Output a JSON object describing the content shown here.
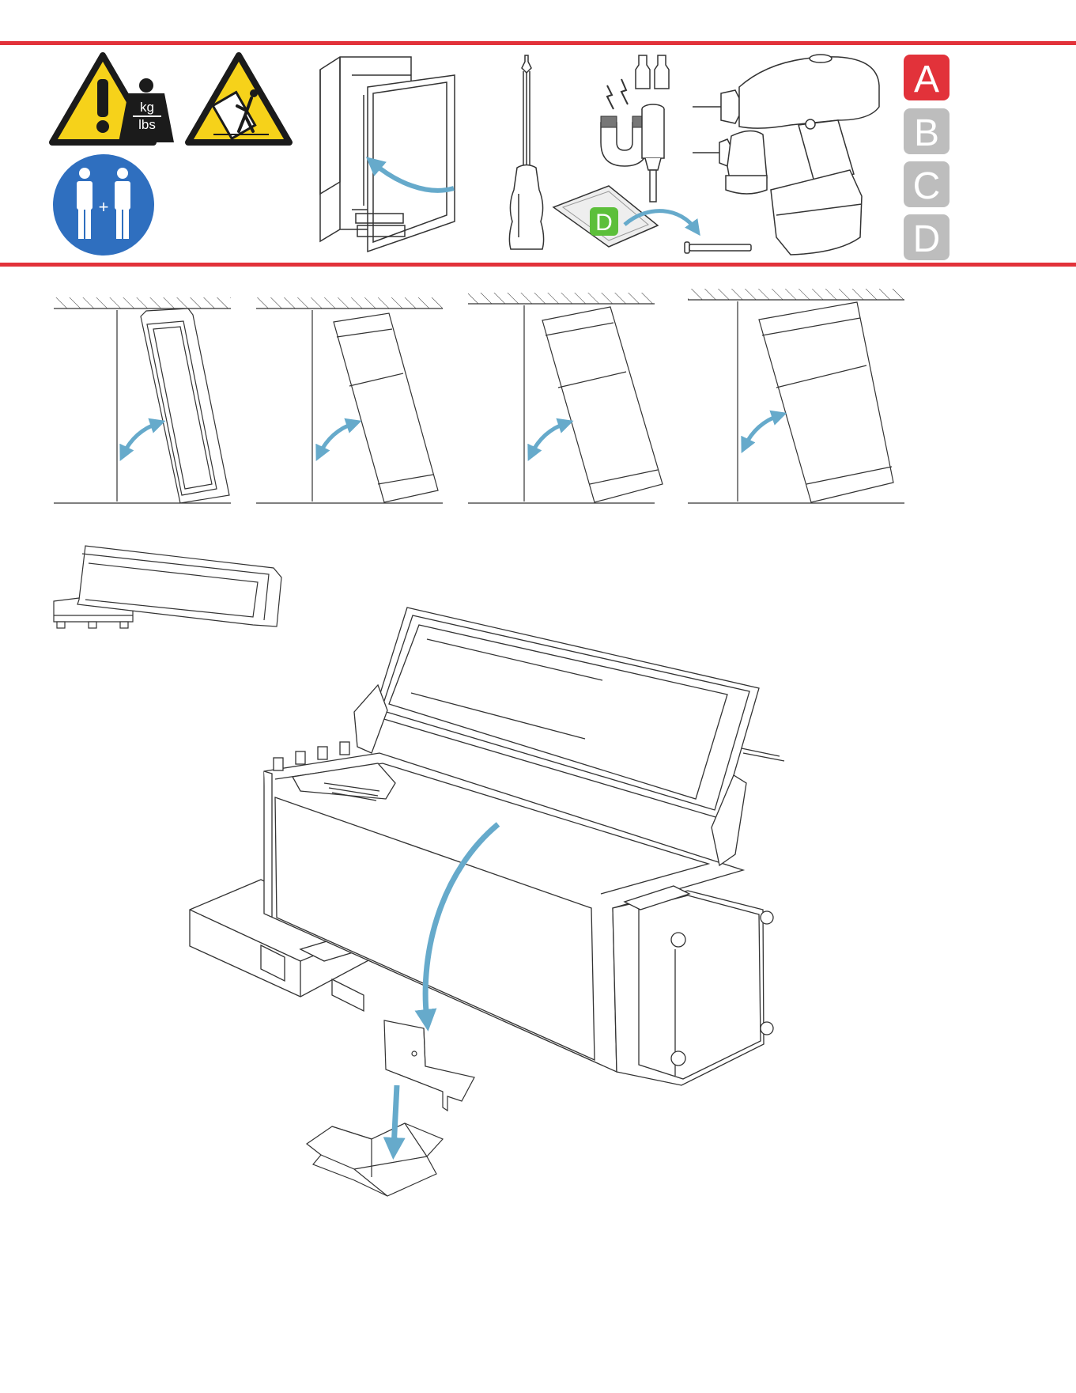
{
  "colors": {
    "rule": "#e2323a",
    "warning_yellow": "#f6d21a",
    "people_blue": "#2f6fbf",
    "arrow_blue": "#66aacb",
    "tab_active": "#e2323a",
    "tab_inactive": "#bdbdbd",
    "bag_label_green": "#5cbf3a"
  },
  "header": {
    "weight_units": {
      "top": "kg",
      "bottom": "lbs"
    },
    "people_plus": "+",
    "bag_label": "D",
    "step_tabs": [
      {
        "label": "A",
        "active": true
      },
      {
        "label": "B",
        "active": false
      },
      {
        "label": "C",
        "active": false
      },
      {
        "label": "D",
        "active": false
      }
    ]
  },
  "icons": {
    "weight_warning": "weight-warning-icon",
    "tip_over_warning": "tip-over-warning-icon",
    "two_person_lift": "two-person-lift-icon",
    "torx_screwdriver": "torx-screwdriver-icon",
    "magnet": "magnet-icon",
    "torx_bits": "torx-bit-icon",
    "socket_adapter": "socket-adapter-icon",
    "power_drill": "power-drill-icon",
    "right_angle_attachment": "right-angle-attachment-icon",
    "hardware_bag": "hardware-bag-icon",
    "pin": "pin-icon"
  }
}
